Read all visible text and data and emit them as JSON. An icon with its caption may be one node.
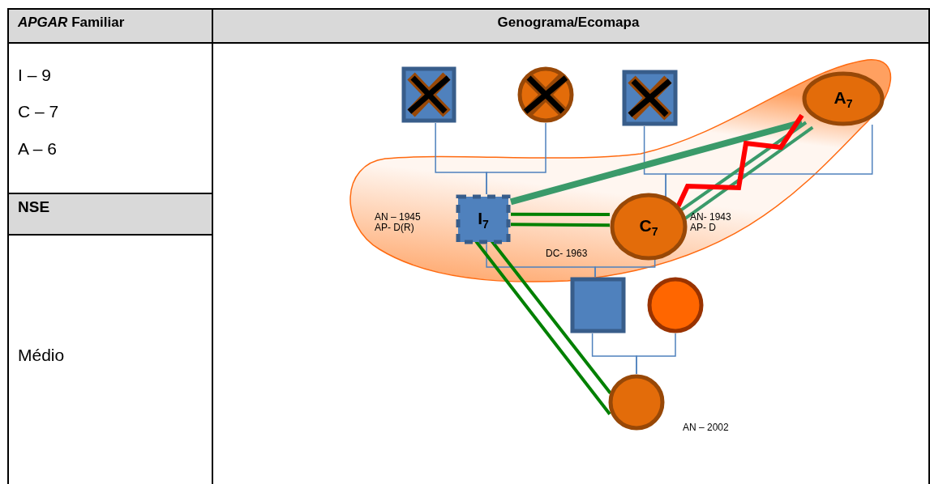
{
  "diagram": {
    "nodes": [
      {
        "text": [],
        "shape": "box"
      },
      {
        "text": [],
        "shape": "circle"
      },
      {
        "text": [],
        "shape": "box"
      },
      {
        "text": [
          "A$_{7}$"
        ]
      },
      {
        "text": [
          "I$_{7}$"
        ],
        "beside": [
          "AN – 1945 AP- D(R)"
        ]
      },
      {
        "text": [
          "C$_{7}$"
        ],
        "beside": [
          "AN- 1943 AP- D"
        ]
      },
      {
        "text": [],
        "shape": "box"
      },
      {
        "text": [],
        "shape": "circle"
      },
      {
        "text": [],
        "shape": "circle",
        "beside": [
          "AN – 2002"
        ]
      }
    ],
    "edges": [
      {
        "from": 0,
        "to": 4,
        "arrow": "none"
      },
      {
        "from": 1,
        "to": 4,
        "arrow": "none"
      },
      {
        "from": 2,
        "to": 5,
        "arrow": "none"
      },
      {
        "from": 3,
        "to": 5,
        "arrow": "none"
      },
      {
        "from": 4,
        "to": 6,
        "arrow": "none"
      },
      {
        "from": 5,
        "to": 6,
        "arrow": "none"
      },
      {
        "from": 6,
        "to": 8,
        "arrow": "none"
      },
      {
        "from": 7,
        "to": 8,
        "arrow": "none"
      },
      {
        "from": 4,
        "to": 3,
        "arrow": "none",
        "style": "thick",
        "color": "#3a9a6a"
      },
      {
        "from": 4,
        "to": 5,
        "arrow": "none",
        "style": "thick",
        "color": "#008000"
      },
      {
        "from": 4,
        "to": 5,
        "arrow": "none",
        "style": "thick",
        "color": "#008000"
      },
      {
        "from": 4,
        "to": 8,
        "arrow": "none",
        "style": "thick",
        "color": "#008000"
      },
      {
        "from": 4,
        "to": 8,
        "arrow": "none",
        "style": "thick",
        "color": "#008000"
      },
      {
        "from": 5,
        "to": 3,
        "arrow": "none",
        "style": "thick",
        "color": "#3a9a6a"
      },
      {
        "from": 5,
        "to": 3,
        "arrow": "none",
        "style": "thick",
        "color": "#3a9a6a"
      },
      {
        "from": 5,
        "to": 3,
        "arrow": "none",
        "style": "thick",
        "color": "#ff0000"
      }
    ],
    "labels": [
      "*APGAR* Familiar",
      "Genograma/Ecomapa",
      "I – 9",
      "C – 7",
      "A – 6",
      "NSE",
      "Médio",
      "DC- 1963"
    ]
  }
}
